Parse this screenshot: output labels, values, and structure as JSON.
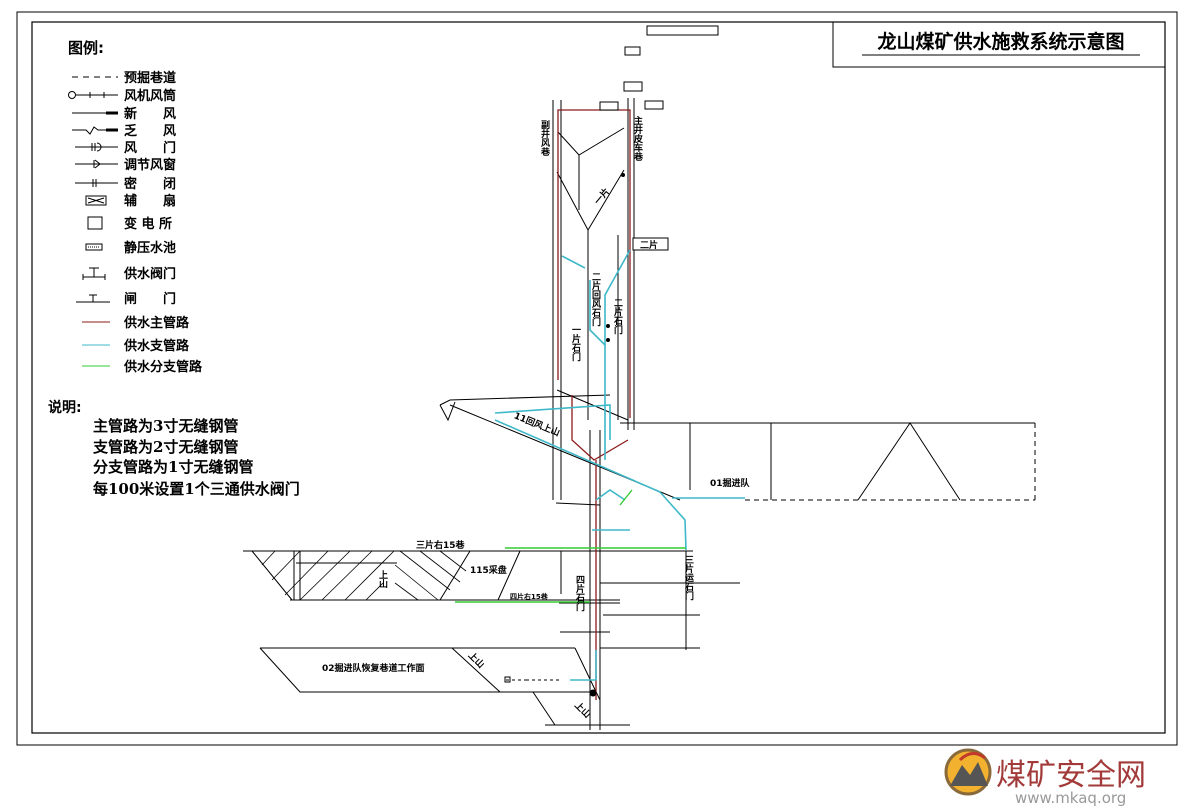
{
  "title": "龙山煤矿供水施救系统示意图",
  "legend": {
    "heading": "图例:",
    "items": [
      {
        "label": "预掘巷道",
        "icon": "dashed-line-icon"
      },
      {
        "label": "风机风筒",
        "icon": "fan-duct-icon"
      },
      {
        "label": "新　　风",
        "icon": "fresh-air-icon"
      },
      {
        "label": "乏　　风",
        "icon": "exhaust-air-icon"
      },
      {
        "label": "风　　门",
        "icon": "air-door-icon"
      },
      {
        "label": "调节风窗",
        "icon": "regulator-window-icon"
      },
      {
        "label": "密　　闭",
        "icon": "seal-icon"
      },
      {
        "label": "辅　　扇",
        "icon": "auxiliary-fan-icon"
      },
      {
        "label": "变 电 所",
        "icon": "substation-icon"
      },
      {
        "label": "静压水池",
        "icon": "water-tank-icon"
      },
      {
        "label": "供水阀门",
        "icon": "water-valve-icon"
      },
      {
        "label": "闸　　门",
        "icon": "gate-valve-icon"
      },
      {
        "label": "供水主管路",
        "icon": "main-pipe-icon"
      },
      {
        "label": "供水支管路",
        "icon": "branch-pipe-icon"
      },
      {
        "label": "供水分支管路",
        "icon": "sub-branch-pipe-icon"
      }
    ]
  },
  "notes": {
    "heading": "说明:",
    "lines": [
      "主管路为3寸无缝钢管",
      "支管路为2寸无缝钢管",
      "分支管路为1寸无缝钢管",
      "每100米设置1个三通供水阀门"
    ]
  },
  "colors": {
    "main_pipe": "#8b1a1a",
    "branch_pipe": "#3fb8c8",
    "sub_branch_pipe": "#33cc33",
    "line": "#000000"
  },
  "diagram_labels": {
    "aux_shaft": "副井风巷",
    "main_shaft": "主井皮车巷",
    "panel2": "二片",
    "panel2_return": "二片回风石门",
    "panel2_crosscut": "二片石门",
    "panel1_crosscut": "一片石门",
    "panel1": "一片",
    "return_up": "11回风上山",
    "team01": "01掘进队",
    "panel3_right15": "三片右15巷",
    "mining_115": "115采盘",
    "panel4_right15": "四片右15巷",
    "panel4_crosscut": "四片石门",
    "panel3_crosscut": "三片运石门",
    "team02": "02掘进队恢复巷道工作面",
    "uphill_a": "上山",
    "uphill_b": "上山",
    "uphill_c": "上山"
  },
  "watermark": {
    "name": "煤矿安全网",
    "url": "www.mkaq.org"
  }
}
